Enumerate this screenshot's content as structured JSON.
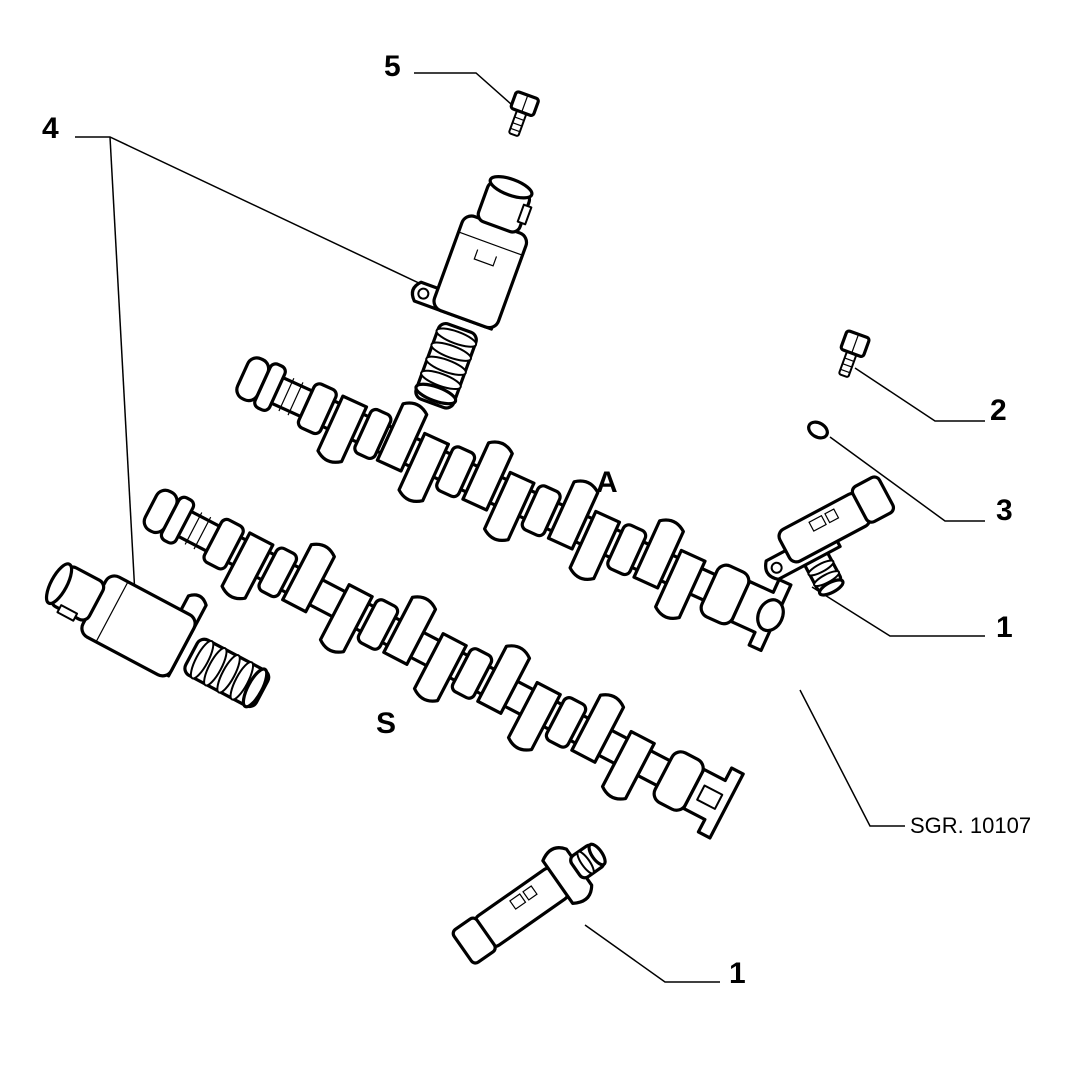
{
  "callouts": {
    "c1_sensor_right": "1",
    "c1_sensor_bottom": "1",
    "c2_bolt": "2",
    "c3_oring": "3",
    "c4_solenoid": "4",
    "c5_bolt": "5"
  },
  "parts": {
    "camshaft_intake": "A",
    "camshaft_exhaust": "S"
  },
  "reference": "SGR. 10107"
}
